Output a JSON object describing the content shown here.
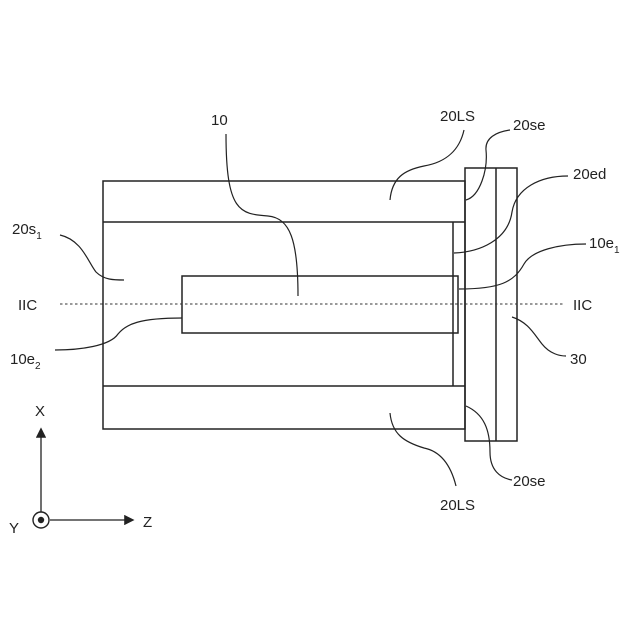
{
  "labels": {
    "l10": "10",
    "l20ls_top": "20LS",
    "l20se_top": "20se",
    "l20ed": "20ed",
    "l20s1_main": "20s",
    "l20s1_sub": "1",
    "l10e1_main": "10e",
    "l10e1_sub": "1",
    "l10e2_main": "10e",
    "l10e2_sub": "2",
    "l30": "30",
    "l20ls_bottom": "20LS",
    "l20se_bottom": "20se",
    "section_left": "IIC",
    "section_right": "IIC"
  },
  "axes": {
    "x": "X",
    "y": "Y",
    "z": "Z"
  }
}
